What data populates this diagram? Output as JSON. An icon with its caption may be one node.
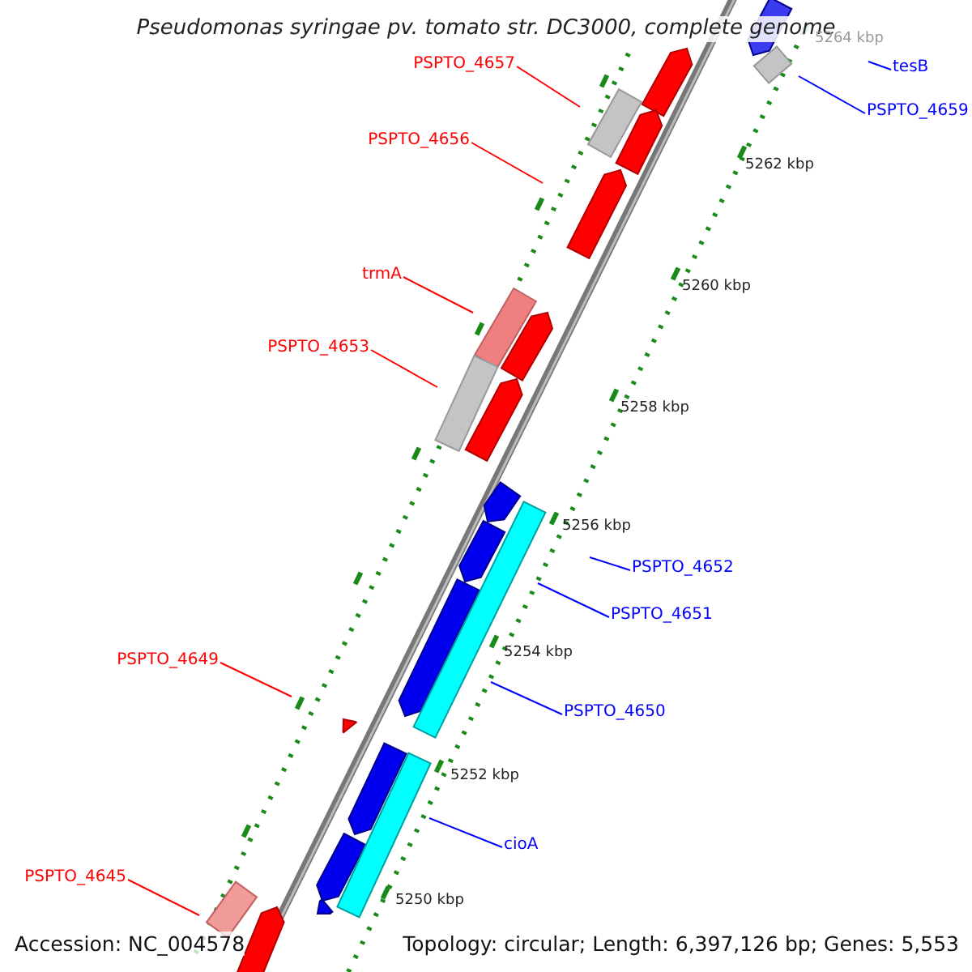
{
  "diagram": {
    "title": "Pseudomonas syringae pv. tomato str. DC3000, complete genome",
    "nodes": [
      {
        "text": [
          "PSPTO_4657"
        ]
      },
      {
        "text": [
          "tesB"
        ]
      },
      {
        "text": [
          "PSPTO_4659"
        ]
      },
      {
        "text": [
          "PSPTO_4656"
        ]
      },
      {
        "text": [
          "trmA"
        ]
      },
      {
        "text": [
          "PSPTO_4653"
        ]
      },
      {
        "text": [
          "PSPTO_4652"
        ]
      },
      {
        "text": [
          "PSPTO_4651"
        ]
      },
      {
        "text": [
          "PSPTO_4649"
        ]
      },
      {
        "text": [
          "PSPTO_4650"
        ]
      },
      {
        "text": [
          "cioA"
        ]
      },
      {
        "text": [
          "PSPTO_4645"
        ]
      }
    ],
    "edges": [
      {
        "from": 0,
        "to": null,
        "arrow": "none"
      },
      {
        "from": 1,
        "to": null,
        "arrow": "none",
        "color": "#0000ff"
      },
      {
        "from": 2,
        "to": null,
        "arrow": "none",
        "color": "#0000ff"
      },
      {
        "from": 3,
        "to": null,
        "arrow": "none"
      },
      {
        "from": 4,
        "to": null,
        "arrow": "none"
      },
      {
        "from": 5,
        "to": null,
        "arrow": "none"
      },
      {
        "from": 6,
        "to": null,
        "arrow": "none",
        "color": "#0000ff"
      },
      {
        "from": 7,
        "to": null,
        "arrow": "none",
        "color": "#0000ff"
      },
      {
        "from": 8,
        "to": null,
        "arrow": "none"
      },
      {
        "from": 9,
        "to": null,
        "arrow": "none",
        "color": "#0000ff"
      },
      {
        "from": 10,
        "to": null,
        "arrow": "none",
        "color": "#0000ff"
      },
      {
        "from": 11,
        "to": null,
        "arrow": "none"
      }
    ],
    "labels": [
      "5264 kbp",
      "5262 kbp",
      "5260 kbp",
      "5258 kbp",
      "5256 kbp",
      "5254 kbp",
      "5252 kbp",
      "5250 kbp",
      "Accession: NC_004578",
      "Topology: circular; Length: 6,397,126 bp; Genes: 5,553"
    ]
  }
}
